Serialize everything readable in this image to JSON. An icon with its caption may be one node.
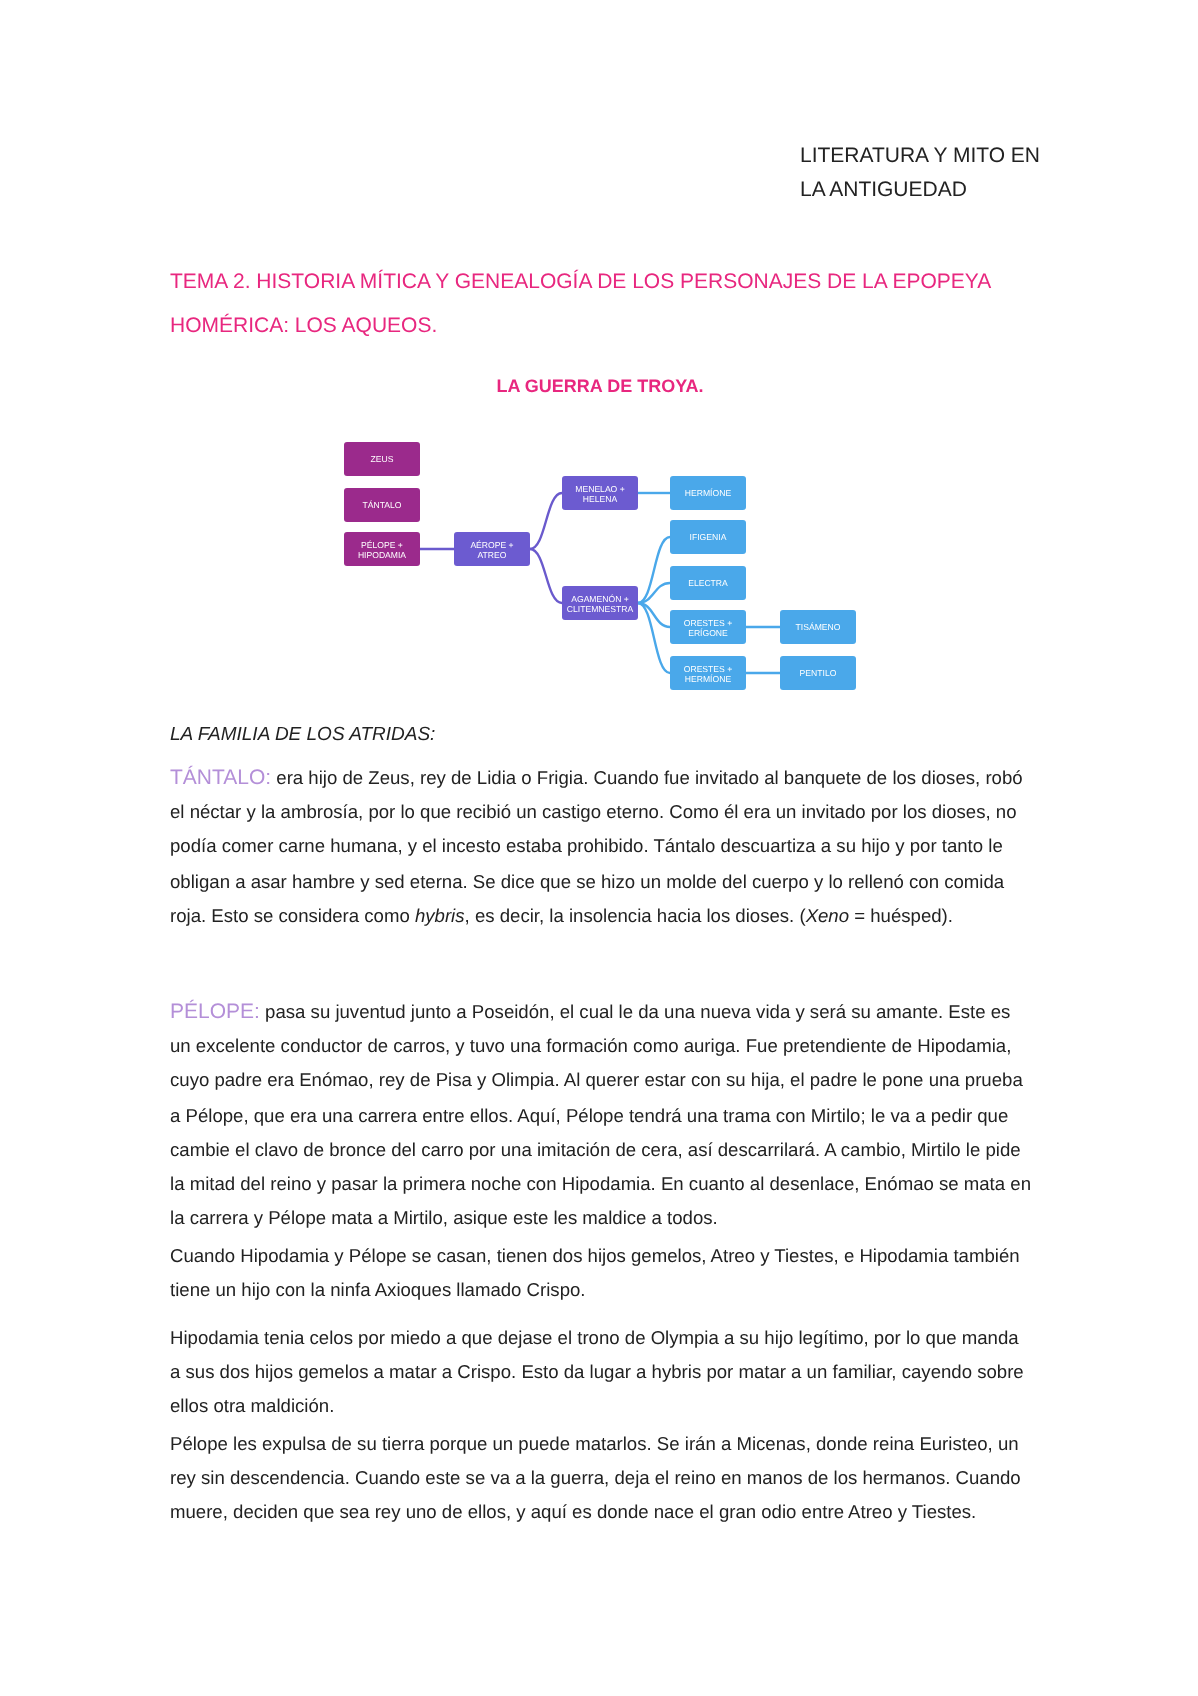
{
  "diagram": {
    "title": "LA GUERRA DE TROYA.",
    "nodes": [
      {
        "text": [
          "ZEUS"
        ]
      },
      {
        "text": [
          "TÁNTALO"
        ]
      },
      {
        "text": [
          "PÉLOPE + HIPODAMIA"
        ]
      },
      {
        "text": [
          "AÉROPE + ATREO"
        ]
      },
      {
        "text": [
          "MENELAO + HELENA"
        ]
      },
      {
        "text": [
          "AGAMENÓN + CLITEMNESTRA"
        ]
      },
      {
        "text": [
          "HERMÍONE"
        ]
      },
      {
        "text": [
          "IFIGENIA"
        ]
      },
      {
        "text": [
          "ELECTRA"
        ]
      },
      {
        "text": [
          "ORESTES + ERÍGONE"
        ]
      },
      {
        "text": [
          "ORESTES + HERMÍONE"
        ]
      },
      {
        "text": [
          "TISÁMENO"
        ]
      },
      {
        "text": [
          "PENTILO"
        ]
      }
    ],
    "edges": [
      {
        "from": 2,
        "to": 3,
        "arrow": "none",
        "color": "#6a5acd"
      },
      {
        "from": 3,
        "to": 4,
        "arrow": "none",
        "color": "#6a5acd"
      },
      {
        "from": 3,
        "to": 5,
        "arrow": "none",
        "color": "#6a5acd"
      },
      {
        "from": 4,
        "to": 6,
        "arrow": "none"
      },
      {
        "from": 5,
        "to": 7,
        "arrow": "none"
      },
      {
        "from": 5,
        "to": 8,
        "arrow": "none"
      },
      {
        "from": 5,
        "to": 9,
        "arrow": "none"
      },
      {
        "from": 5,
        "to": 10,
        "arrow": "none"
      },
      {
        "from": 9,
        "to": 11,
        "arrow": "none"
      },
      {
        "from": 10,
        "to": 12,
        "arrow": "none"
      }
    ],
    "labels": [
      "LITERATURA Y MITO EN LA ANTIGUEDAD",
      "TEMA 2. HISTORIA MÍTICA Y GENEALOGÍA DE LOS PERSONAJES DE LA EPOPEYA HOMÉRICA: LOS AQUEOS.",
      "LA FAMILIA DE LOS ATRIDAS:",
      "TÁNTALO:",
      "era hijo de Zeus, rey de Lidia o Frigia. Cuando fue invitado al banquete de los dioses, robó el néctar y la ambrosía, por lo que recibió un castigo eterno. Como él era un invitado por los dioses, no podía comer carne humana, y el incesto estaba prohibido. Tántalo descuartiza a su hijo y por tanto le obligan a asar hambre y sed eterna. Se dice que se hizo un molde del cuerpo y lo rellenó con comida roja. Esto se considera como *hybris*, es decir, la insolencia hacia los dioses. (*Xeno* = huésped).",
      "PÉLOPE:",
      "pasa su juventud junto a Poseidón, el cual le da una nueva vida y será su amante. Este es un excelente conductor de carros, y tuvo una formación como auriga. Fue pretendiente de Hipodamia, cuyo padre era Enómao, rey de Pisa y Olimpia. Al querer estar con su hija, el padre le pone una prueba a Pélope, que era una carrera entre ellos. Aquí, Pélope tendrá una trama con Mirtilo; le va a pedir que cambie el clavo de bronce del carro por una imitación de cera, así descarrilará. A cambio, Mirtilo le pide la mitad del reino y pasar la primera noche con Hipodamia. En cuanto al desenlace, Enómao se mata en la carrera y Pélope mata a Mirtilo, asique este les maldice a todos.",
      "Cuando Hipodamia y Pélope se casan, tienen dos hijos gemelos, Atreo y Tiestes, e Hipodamia también tiene un hijo con la ninfa Axioques llamado Crispo.",
      "Hipodamia tenia celos por miedo a que dejase el trono de Olympia a su hijo legítimo, por lo que manda a sus dos hijos gemelos a matar a Crispo. Esto da lugar a hybris por matar a un familiar, cayendo sobre ellos otra maldición.",
      "Pélope les expulsa de su tierra porque un puede matarlos. Se irán a Micenas, donde reina Euristeo, un rey sin descendencia. Cuando este se va a la guerra, deja el reino en manos de los hermanos. Cuando muere, deciden que sea rey uno de ellos, y aquí es donde nace el gran odio entre Atreo y Tiestes."
    ]
  }
}
